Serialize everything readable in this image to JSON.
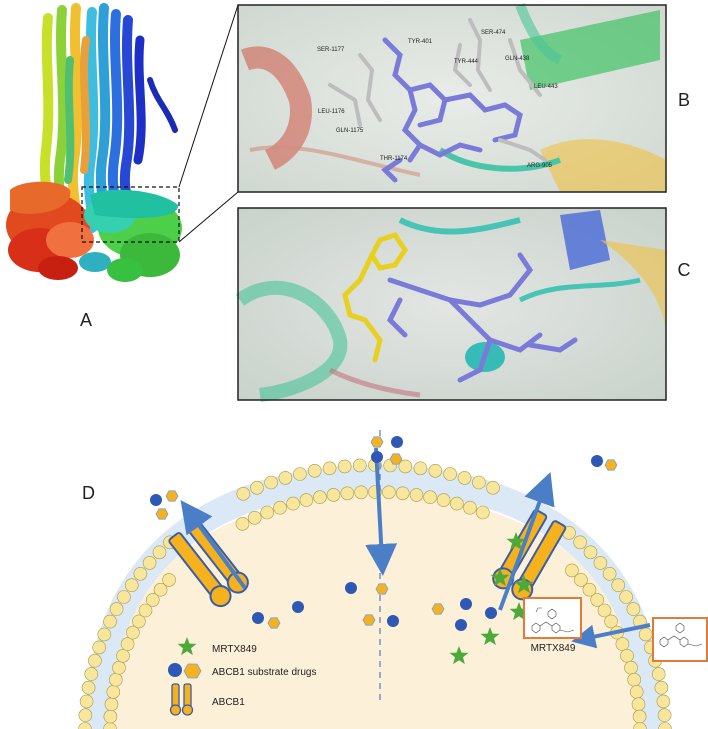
{
  "panels": {
    "a": "A",
    "b": "B",
    "c": "C",
    "d": "D"
  },
  "residues": {
    "ser1177": "SER-1177",
    "leu1176": "LEU-1176",
    "gln1175": "GLN-1175",
    "thr1174": "THR-1174",
    "tyr401": "TYR-401",
    "ser474": "SER-474",
    "tyr444": "TYR-444",
    "gln438": "GLN-438",
    "leu443": "LEU-443",
    "arg905": "ARG-905"
  },
  "legend": {
    "mrtx849": "MRTX849",
    "substrate": "ABCB1 substrate drugs",
    "abcb1": "ABCB1"
  },
  "diagram": {
    "mrtx_box_label": "MRTX849"
  },
  "colors": {
    "blue_dot": "#2f58b5",
    "orange_hex": "#f5b21e",
    "green_star": "#4caa3a",
    "abcb1": "#f5b21e",
    "arrow": "#4a7fc8",
    "box": "#e07b39",
    "cell_fill": "#fdf0d8",
    "lipid_head": "#f7e69c"
  },
  "icons": {
    "mrtx": "green-star-icon",
    "substrate": "blue-dot-and-orange-hexagon-icon",
    "abcb1": "yellow-pump-icon"
  }
}
